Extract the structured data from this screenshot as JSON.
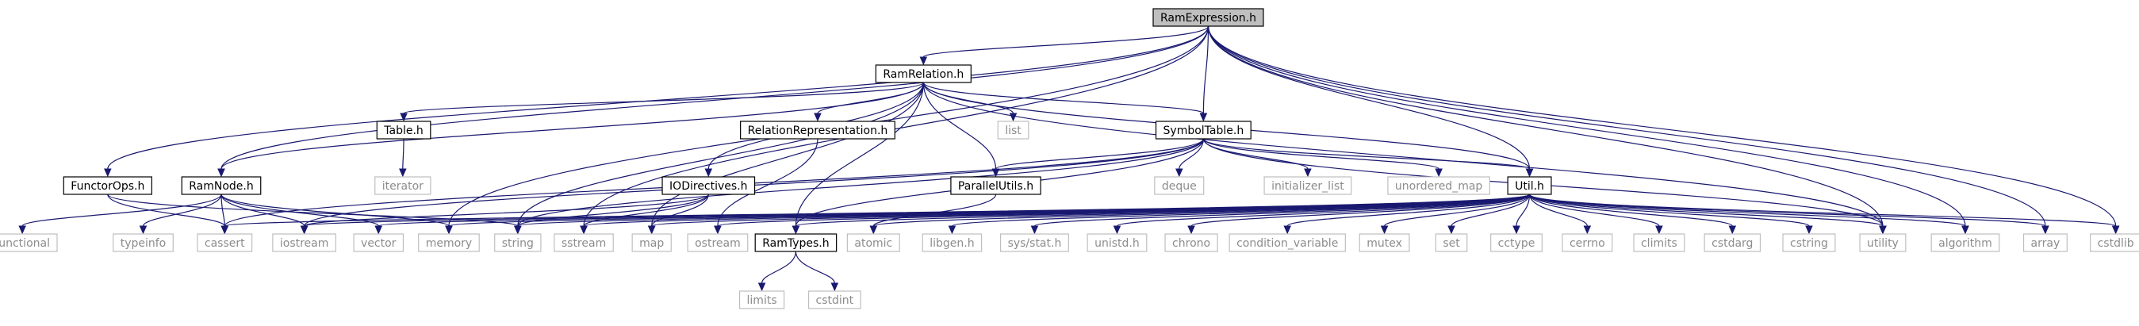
{
  "colors": {
    "edge": "#191970",
    "focus_fill": "#bfbfbf",
    "focus_border": "#000000",
    "project_border": "#000000",
    "system_border": "#bfbfbf",
    "project_text": "#000000",
    "system_text": "#8c8c8c"
  },
  "nodes": [
    {
      "id": "RamExpression.h",
      "label": "RamExpression.h",
      "kind": "focus"
    },
    {
      "id": "RamRelation.h",
      "label": "RamRelation.h",
      "kind": "project"
    },
    {
      "id": "Table.h",
      "label": "Table.h",
      "kind": "project"
    },
    {
      "id": "RelationRepresentation.h",
      "label": "RelationRepresentation.h",
      "kind": "project"
    },
    {
      "id": "SymbolTable.h",
      "label": "SymbolTable.h",
      "kind": "project"
    },
    {
      "id": "FunctorOps.h",
      "label": "FunctorOps.h",
      "kind": "project"
    },
    {
      "id": "RamNode.h",
      "label": "RamNode.h",
      "kind": "project"
    },
    {
      "id": "IODirectives.h",
      "label": "IODirectives.h",
      "kind": "project"
    },
    {
      "id": "ParallelUtils.h",
      "label": "ParallelUtils.h",
      "kind": "project"
    },
    {
      "id": "Util.h",
      "label": "Util.h",
      "kind": "project"
    },
    {
      "id": "RamTypes.h",
      "label": "RamTypes.h",
      "kind": "project"
    },
    {
      "id": "list",
      "label": "list",
      "kind": "system"
    },
    {
      "id": "iterator",
      "label": "iterator",
      "kind": "system"
    },
    {
      "id": "deque",
      "label": "deque",
      "kind": "system"
    },
    {
      "id": "initializer_list",
      "label": "initializer_list",
      "kind": "system"
    },
    {
      "id": "unordered_map",
      "label": "unordered_map",
      "kind": "system"
    },
    {
      "id": "functional",
      "label": "functional",
      "kind": "system"
    },
    {
      "id": "typeinfo",
      "label": "typeinfo",
      "kind": "system"
    },
    {
      "id": "cassert",
      "label": "cassert",
      "kind": "system"
    },
    {
      "id": "iostream",
      "label": "iostream",
      "kind": "system"
    },
    {
      "id": "vector",
      "label": "vector",
      "kind": "system"
    },
    {
      "id": "memory",
      "label": "memory",
      "kind": "system"
    },
    {
      "id": "string",
      "label": "string",
      "kind": "system"
    },
    {
      "id": "sstream",
      "label": "sstream",
      "kind": "system"
    },
    {
      "id": "map",
      "label": "map",
      "kind": "system"
    },
    {
      "id": "ostream",
      "label": "ostream",
      "kind": "system"
    },
    {
      "id": "atomic",
      "label": "atomic",
      "kind": "system"
    },
    {
      "id": "libgen.h",
      "label": "libgen.h",
      "kind": "system"
    },
    {
      "id": "sys/stat.h",
      "label": "sys/stat.h",
      "kind": "system"
    },
    {
      "id": "unistd.h",
      "label": "unistd.h",
      "kind": "system"
    },
    {
      "id": "chrono",
      "label": "chrono",
      "kind": "system"
    },
    {
      "id": "condition_variable",
      "label": "condition_variable",
      "kind": "system"
    },
    {
      "id": "mutex",
      "label": "mutex",
      "kind": "system"
    },
    {
      "id": "set",
      "label": "set",
      "kind": "system"
    },
    {
      "id": "cctype",
      "label": "cctype",
      "kind": "system"
    },
    {
      "id": "cerrno",
      "label": "cerrno",
      "kind": "system"
    },
    {
      "id": "climits",
      "label": "climits",
      "kind": "system"
    },
    {
      "id": "cstdarg",
      "label": "cstdarg",
      "kind": "system"
    },
    {
      "id": "cstring",
      "label": "cstring",
      "kind": "system"
    },
    {
      "id": "utility",
      "label": "utility",
      "kind": "system"
    },
    {
      "id": "algorithm",
      "label": "algorithm",
      "kind": "system"
    },
    {
      "id": "array",
      "label": "array",
      "kind": "system"
    },
    {
      "id": "cstdlib",
      "label": "cstdlib",
      "kind": "system"
    },
    {
      "id": "limits",
      "label": "limits",
      "kind": "system"
    },
    {
      "id": "cstdint",
      "label": "cstdint",
      "kind": "system"
    }
  ],
  "edges": [
    [
      "RamExpression.h",
      "RamRelation.h"
    ],
    [
      "RamExpression.h",
      "SymbolTable.h"
    ],
    [
      "RamExpression.h",
      "FunctorOps.h"
    ],
    [
      "RamExpression.h",
      "RamNode.h"
    ],
    [
      "RamExpression.h",
      "Util.h"
    ],
    [
      "RamExpression.h",
      "memory"
    ],
    [
      "RamExpression.h",
      "sstream"
    ],
    [
      "RamExpression.h",
      "utility"
    ],
    [
      "RamExpression.h",
      "algorithm"
    ],
    [
      "RamExpression.h",
      "array"
    ],
    [
      "RamExpression.h",
      "cstdlib"
    ],
    [
      "RamRelation.h",
      "Table.h"
    ],
    [
      "RamRelation.h",
      "RelationRepresentation.h"
    ],
    [
      "RamRelation.h",
      "SymbolTable.h"
    ],
    [
      "RamRelation.h",
      "RamNode.h"
    ],
    [
      "RamRelation.h",
      "IODirectives.h"
    ],
    [
      "RamRelation.h",
      "ParallelUtils.h"
    ],
    [
      "RamRelation.h",
      "Util.h"
    ],
    [
      "RamRelation.h",
      "RamTypes.h"
    ],
    [
      "RamRelation.h",
      "list"
    ],
    [
      "RamRelation.h",
      "string"
    ],
    [
      "RamRelation.h",
      "map"
    ],
    [
      "RamRelation.h",
      "utility"
    ],
    [
      "Table.h",
      "iterator"
    ],
    [
      "RelationRepresentation.h",
      "ostream"
    ],
    [
      "SymbolTable.h",
      "ParallelUtils.h"
    ],
    [
      "SymbolTable.h",
      "Util.h"
    ],
    [
      "SymbolTable.h",
      "RamTypes.h"
    ],
    [
      "SymbolTable.h",
      "deque"
    ],
    [
      "SymbolTable.h",
      "initializer_list"
    ],
    [
      "SymbolTable.h",
      "unordered_map"
    ],
    [
      "SymbolTable.h",
      "cassert"
    ],
    [
      "SymbolTable.h",
      "iostream"
    ],
    [
      "SymbolTable.h",
      "string"
    ],
    [
      "SymbolTable.h",
      "utility"
    ],
    [
      "FunctorOps.h",
      "cassert"
    ],
    [
      "FunctorOps.h",
      "string"
    ],
    [
      "RamNode.h",
      "functional"
    ],
    [
      "RamNode.h",
      "typeinfo"
    ],
    [
      "RamNode.h",
      "cassert"
    ],
    [
      "RamNode.h",
      "iostream"
    ],
    [
      "RamNode.h",
      "vector"
    ],
    [
      "RamNode.h",
      "memory"
    ],
    [
      "IODirectives.h",
      "iostream"
    ],
    [
      "IODirectives.h",
      "string"
    ],
    [
      "IODirectives.h",
      "sstream"
    ],
    [
      "IODirectives.h",
      "map"
    ],
    [
      "ParallelUtils.h",
      "atomic"
    ],
    [
      "Util.h",
      "RamTypes.h"
    ],
    [
      "Util.h",
      "cassert"
    ],
    [
      "Util.h",
      "iostream"
    ],
    [
      "Util.h",
      "vector"
    ],
    [
      "Util.h",
      "memory"
    ],
    [
      "Util.h",
      "string"
    ],
    [
      "Util.h",
      "sstream"
    ],
    [
      "Util.h",
      "map"
    ],
    [
      "Util.h",
      "ostream"
    ],
    [
      "Util.h",
      "atomic"
    ],
    [
      "Util.h",
      "libgen.h"
    ],
    [
      "Util.h",
      "sys/stat.h"
    ],
    [
      "Util.h",
      "unistd.h"
    ],
    [
      "Util.h",
      "chrono"
    ],
    [
      "Util.h",
      "condition_variable"
    ],
    [
      "Util.h",
      "mutex"
    ],
    [
      "Util.h",
      "set"
    ],
    [
      "Util.h",
      "cctype"
    ],
    [
      "Util.h",
      "cerrno"
    ],
    [
      "Util.h",
      "climits"
    ],
    [
      "Util.h",
      "cstdarg"
    ],
    [
      "Util.h",
      "cstring"
    ],
    [
      "Util.h",
      "utility"
    ],
    [
      "Util.h",
      "algorithm"
    ],
    [
      "Util.h",
      "array"
    ],
    [
      "Util.h",
      "cstdlib"
    ],
    [
      "RamTypes.h",
      "limits"
    ],
    [
      "RamTypes.h",
      "cstdint"
    ]
  ]
}
